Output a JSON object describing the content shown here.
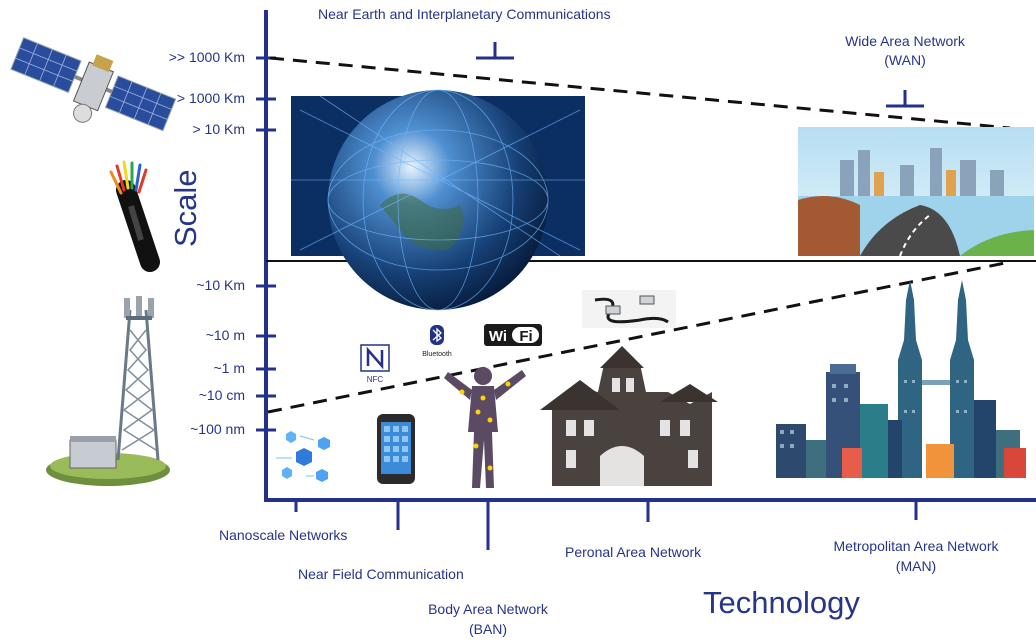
{
  "axes": {
    "y_title": "Scale",
    "x_title": "Technology"
  },
  "y_ticks": [
    ">> 1000 Km",
    "> 1000 Km",
    "> 10 Km",
    "~10 Km",
    "~10 m",
    "~1 m",
    "~10 cm",
    "~100 nm"
  ],
  "technologies": {
    "nano": "Nanoscale Networks",
    "nfc": "Near Field Communication",
    "ban_line1": "Body Area Network",
    "ban_line2": "(BAN)",
    "pan": "Peronal Area Network",
    "man_line1": "Metropolitan Area Network",
    "man_line2": "(MAN)",
    "interplanetary": "Near Earth and Interplanetary Communications",
    "wan_line1": "Wide Area Network",
    "wan_line2": "(WAN)"
  },
  "icon_labels": {
    "nfc": "NFC",
    "bluetooth": "Bluetooth",
    "wifi_wi": "Wi",
    "wifi_fi": "Fi"
  },
  "colors": {
    "axis": "#24318c",
    "label": "#26348a",
    "dashed": "#111111"
  }
}
